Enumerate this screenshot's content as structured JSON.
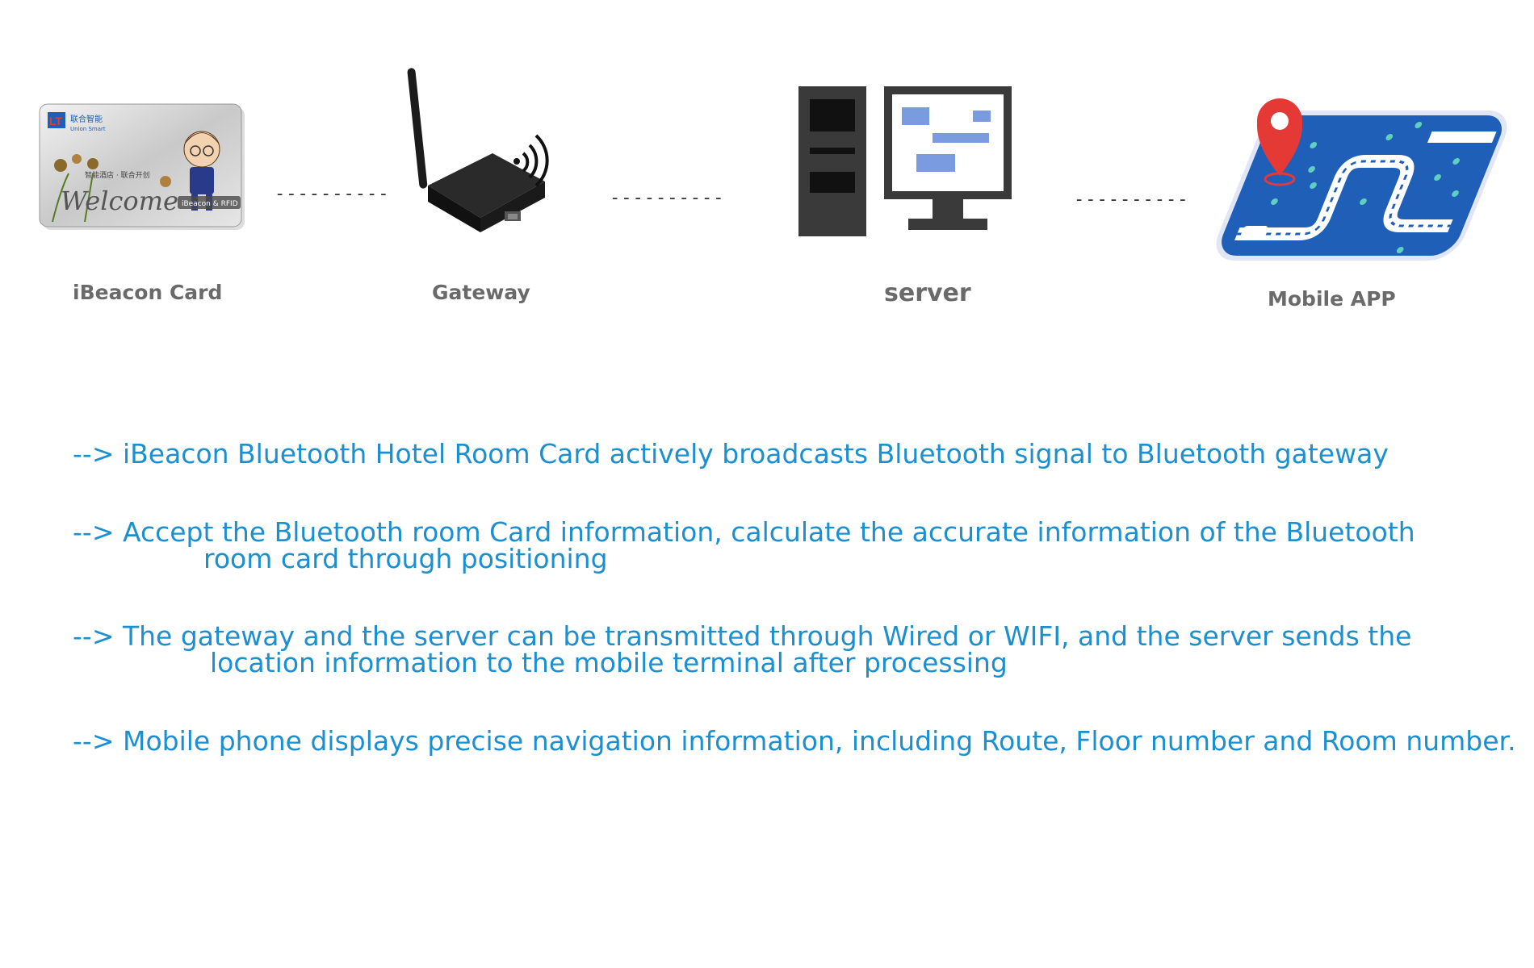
{
  "nodes": {
    "card": {
      "label": "iBeacon Card",
      "brand_cn": "联合智能",
      "brand_en": "Union Smart",
      "welcome": "Welcome",
      "tag": "iBeacon & RFID",
      "tagline_cn": "智能酒店 · 联合开创"
    },
    "gateway": {
      "label": "Gateway"
    },
    "server": {
      "label": "server"
    },
    "mobile": {
      "label": "Mobile APP"
    }
  },
  "connectors": {
    "c1": "----------",
    "c2": "----------",
    "c3": "----------"
  },
  "descriptions": [
    {
      "arrow": "-->",
      "line1": "iBeacon Bluetooth Hotel Room Card actively broadcasts Bluetooth signal to Bluetooth gateway",
      "line2": ""
    },
    {
      "arrow": "-->",
      "line1": "Accept the Bluetooth room Card information, calculate the accurate information of the Bluetooth",
      "line2": "room card through positioning"
    },
    {
      "arrow": "-->",
      "line1": "The gateway and the server can be transmitted through Wired or WIFI, and the server sends the",
      "line2": "location information to the mobile terminal after processing"
    },
    {
      "arrow": "-->",
      "line1": "Mobile phone displays precise navigation information, including Route, Floor number and Room number.",
      "line2": ""
    }
  ],
  "colors": {
    "text_blue": "#1b8fd0",
    "label_gray": "#6a6a6a",
    "map_blue": "#1f5fb8",
    "pin_red": "#e53935"
  }
}
